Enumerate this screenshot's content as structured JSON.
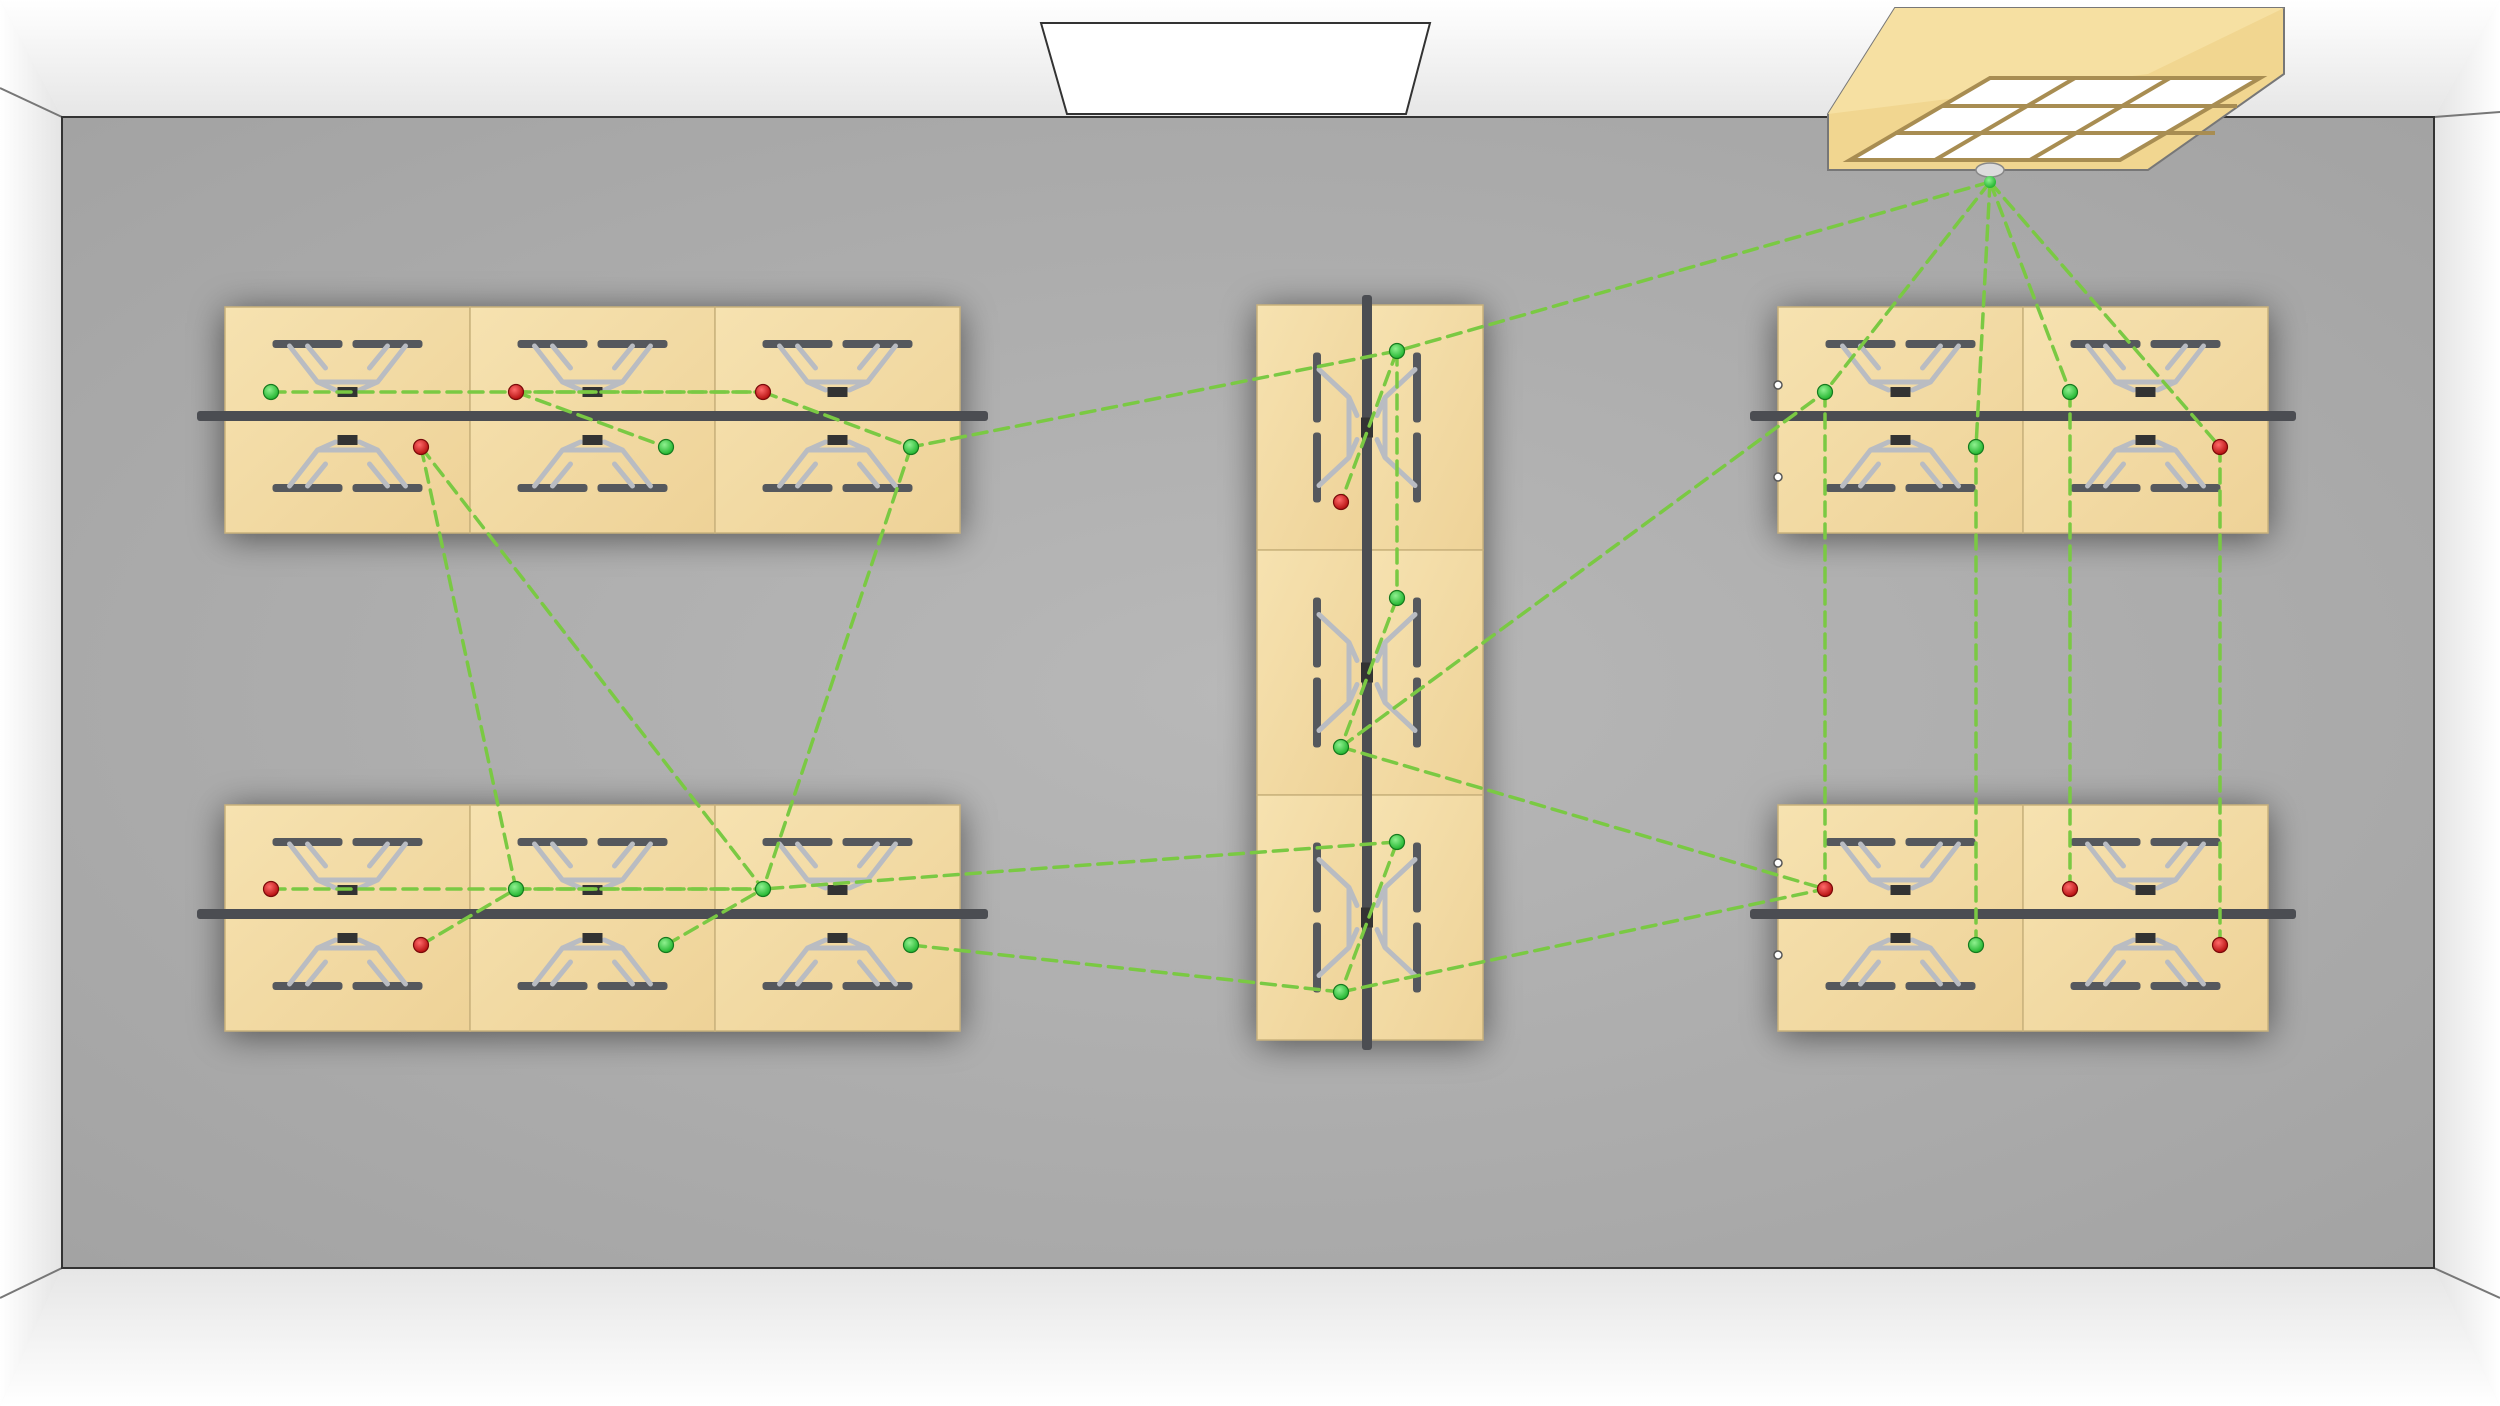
{
  "colors": {
    "floor": "#a9a9a9",
    "floor_center": "#b6b6b6",
    "wall": "#f2f2f2",
    "desk": "#f3dca6",
    "desk_edge": "#c9b27c",
    "divider": "#4b4d52",
    "chair_seat": "#55585d",
    "chair_frame": "#b9bcc2",
    "link": "#7ac943",
    "node_ok": "#3fd04a",
    "node_fail": "#d42020",
    "light_frame": "#f1d690"
  },
  "icons": {
    "ok_node": "green-circle",
    "fail_node": "red-circle",
    "access_point": "ceiling-light-icon",
    "window": "window-icon"
  },
  "legend": {},
  "nodes": [
    {
      "id": "ap",
      "kind": "access-point",
      "status": "ok"
    },
    {
      "id": "A1",
      "status": "ok"
    },
    {
      "id": "A2",
      "status": "fail"
    },
    {
      "id": "A3",
      "status": "fail"
    },
    {
      "id": "A4",
      "status": "fail"
    },
    {
      "id": "A5",
      "status": "ok"
    },
    {
      "id": "A6",
      "status": "ok"
    },
    {
      "id": "B1",
      "status": "fail"
    },
    {
      "id": "B2",
      "status": "ok"
    },
    {
      "id": "B3",
      "status": "ok"
    },
    {
      "id": "B4",
      "status": "fail"
    },
    {
      "id": "B5",
      "status": "ok"
    },
    {
      "id": "B6",
      "status": "ok"
    },
    {
      "id": "C1",
      "status": "ok"
    },
    {
      "id": "C2",
      "status": "fail"
    },
    {
      "id": "C3",
      "status": "ok"
    },
    {
      "id": "C4",
      "status": "ok"
    },
    {
      "id": "C5",
      "status": "ok"
    },
    {
      "id": "C6",
      "status": "ok"
    },
    {
      "id": "E1",
      "status": "ok"
    },
    {
      "id": "E2",
      "status": "ok"
    },
    {
      "id": "E3",
      "status": "ok"
    },
    {
      "id": "E4",
      "status": "fail"
    },
    {
      "id": "F1",
      "status": "fail"
    },
    {
      "id": "F2",
      "status": "fail"
    },
    {
      "id": "F3",
      "status": "ok"
    },
    {
      "id": "F4",
      "status": "fail"
    }
  ],
  "links": [
    [
      "ap",
      "C1"
    ],
    [
      "ap",
      "E1"
    ],
    [
      "ap",
      "E3"
    ],
    [
      "ap",
      "E4"
    ],
    [
      "ap",
      "E2"
    ],
    [
      "C1",
      "A6"
    ],
    [
      "C4",
      "E1"
    ],
    [
      "C4",
      "F1"
    ],
    [
      "C6",
      "F1"
    ],
    [
      "C6",
      "B6"
    ],
    [
      "C5",
      "B3"
    ],
    [
      "A1",
      "A3"
    ],
    [
      "A2",
      "A3"
    ],
    [
      "A2",
      "A5"
    ],
    [
      "A3",
      "A6"
    ],
    [
      "A4",
      "B2"
    ],
    [
      "A4",
      "B3"
    ],
    [
      "A6",
      "B3"
    ],
    [
      "B1",
      "B3"
    ],
    [
      "B2",
      "B3"
    ],
    [
      "B4",
      "B2"
    ],
    [
      "B5",
      "B3"
    ],
    [
      "C1",
      "C3"
    ],
    [
      "C3",
      "C4"
    ],
    [
      "C5",
      "C6"
    ],
    [
      "E1",
      "F1"
    ],
    [
      "E3",
      "F3"
    ],
    [
      "E2",
      "F2"
    ],
    [
      "E4",
      "F4"
    ],
    [
      "C1",
      "C2"
    ]
  ]
}
